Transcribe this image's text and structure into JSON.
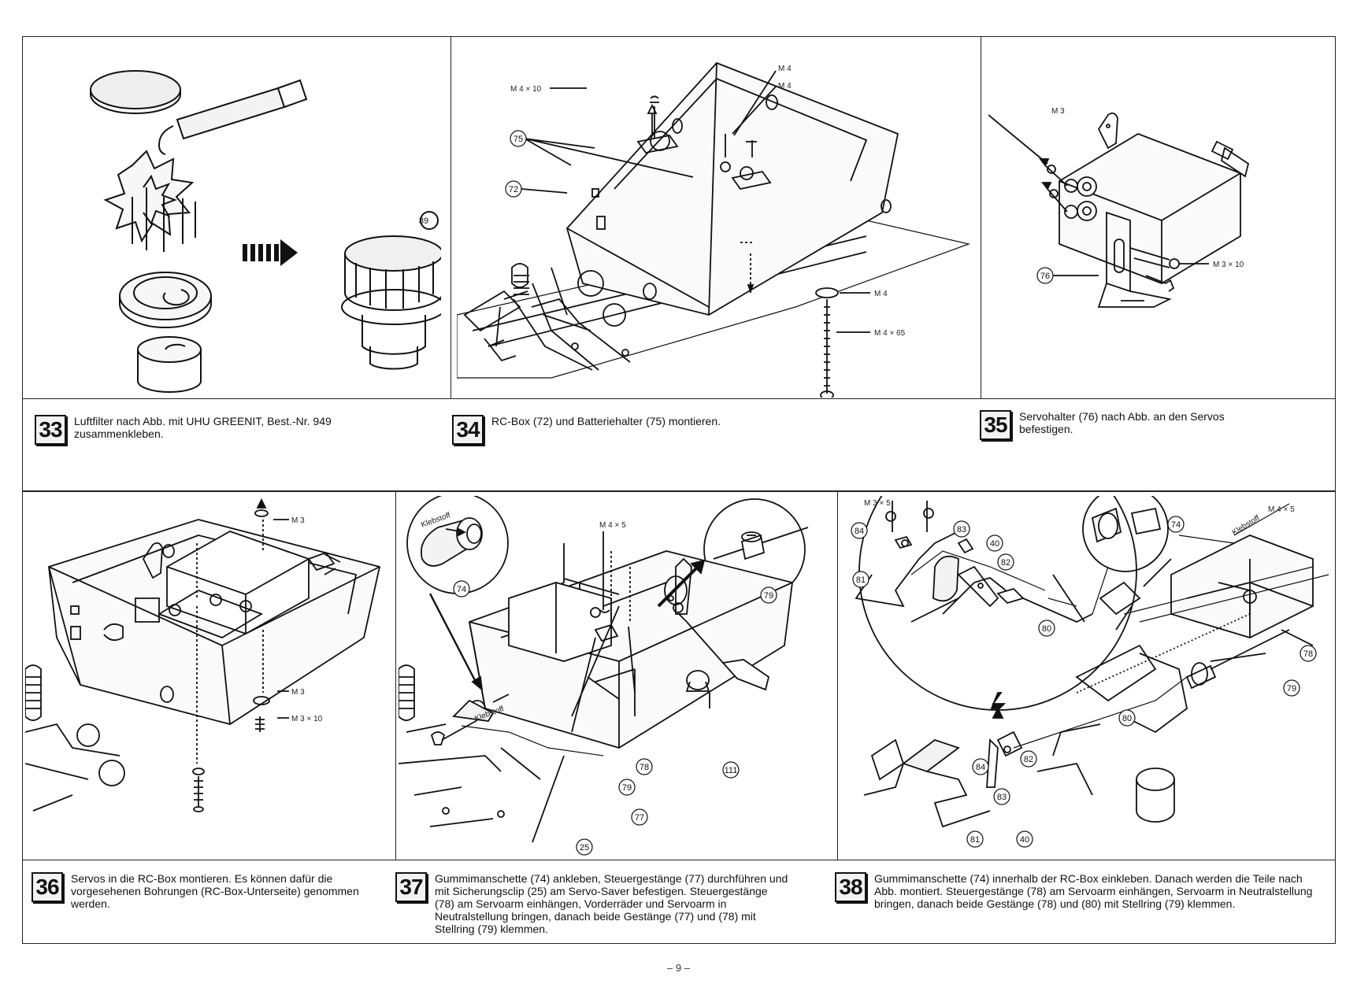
{
  "steps": [
    {
      "num": "33",
      "text": "Luftfilter nach Abb. mit UHU GREENIT, Best.-Nr. 949 zusammenkleben."
    },
    {
      "num": "34",
      "text": "RC-Box (72) und Batteriehalter (75) montieren."
    },
    {
      "num": "35",
      "text": "Servohalter (76) nach Abb. an den Servos befestigen."
    },
    {
      "num": "36",
      "text": "Servos in die RC-Box montieren. Es können dafür die vorgesehenen Bohrungen (RC-Box-Unterseite) genommen werden."
    },
    {
      "num": "37",
      "text": "Gummimanschette (74) ankleben, Steuergestänge (77) durchführen und mit Sicherungsclip (25) am Servo-Saver befestigen. Steuergestänge (78) am Servoarm einhängen, Vorderräder und Servoarm in Neutralstellung bringen, danach beide Gestänge (77) und (78) mit Stellring (79) klemmen."
    },
    {
      "num": "38",
      "text": "Gummimanschette (74) innerhalb der RC-Box einkleben. Danach werden die Teile nach Abb. montiert. Steuergestänge (78) am Servoarm einhängen, Servoarm in Neutralstellung bringen, danach beide Gestänge (78) und (80) mit Stellring (79) klemmen."
    }
  ],
  "labels": {
    "m4x10": "M 4 × 10",
    "m4": "M 4",
    "m4x65": "M 4 × 65",
    "m3": "M 3",
    "m3x10": "M 3 × 10",
    "m4x5": "M 4 × 5",
    "m3x5": "M 3 × 5",
    "klebstoff": "Klebstoff"
  },
  "parts": {
    "p25": "25",
    "p40": "40",
    "p72": "72",
    "p74": "74",
    "p75": "75",
    "p76": "76",
    "p77": "77",
    "p78": "78",
    "p79": "79",
    "p80": "80",
    "p81": "81",
    "p82": "82",
    "p83": "83",
    "p84": "84",
    "p89": "89",
    "p111": "111"
  },
  "page_number": "– 9 –"
}
